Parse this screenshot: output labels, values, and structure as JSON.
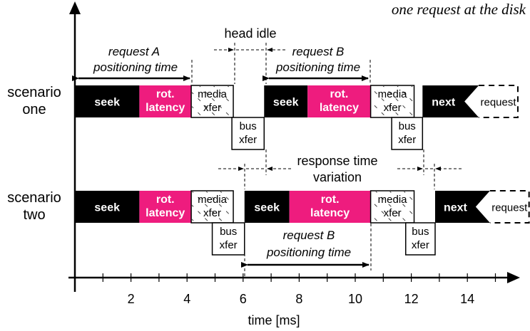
{
  "title": "one request at the disk",
  "chart_data": {
    "type": "timeline",
    "xlabel": "time [ms]",
    "x_ticks": [
      "2",
      "4",
      "6",
      "8",
      "10",
      "12",
      "14"
    ],
    "x_range_ms": [
      0,
      15.5
    ],
    "rows": [
      {
        "label": [
          "scenario",
          "one"
        ],
        "segments": [
          {
            "kind": "seek",
            "label": [
              "seek"
            ],
            "start": 0,
            "end": 2.3
          },
          {
            "kind": "rot",
            "label": [
              "rot.",
              "latency"
            ],
            "start": 2.3,
            "end": 4.15
          },
          {
            "kind": "media",
            "label": [
              "media",
              "xfer"
            ],
            "start": 4.15,
            "end": 5.65
          },
          {
            "kind": "bus",
            "label": [
              "bus",
              "xfer"
            ],
            "start": 5.6,
            "end": 6.75
          },
          {
            "kind": "seek",
            "label": [
              "seek"
            ],
            "start": 6.75,
            "end": 8.3
          },
          {
            "kind": "rot",
            "label": [
              "rot.",
              "latency"
            ],
            "start": 8.3,
            "end": 10.55
          },
          {
            "kind": "media",
            "label": [
              "media",
              "xfer"
            ],
            "start": 10.55,
            "end": 12.1
          },
          {
            "kind": "bus",
            "label": [
              "bus",
              "xfer"
            ],
            "start": 11.3,
            "end": 12.4
          },
          {
            "kind": "next",
            "label": [
              "next"
            ],
            "start": 12.4,
            "end": 14.1
          },
          {
            "kind": "request",
            "label": [
              "request"
            ],
            "start": 14.1,
            "end": 15.8
          }
        ]
      },
      {
        "label": [
          "scenario",
          "two"
        ],
        "segments": [
          {
            "kind": "seek",
            "label": [
              "seek"
            ],
            "start": 0,
            "end": 2.3
          },
          {
            "kind": "rot",
            "label": [
              "rot.",
              "latency"
            ],
            "start": 2.3,
            "end": 4.15
          },
          {
            "kind": "media",
            "label": [
              "media",
              "xfer"
            ],
            "start": 4.15,
            "end": 5.65
          },
          {
            "kind": "bus",
            "label": [
              "bus",
              "xfer"
            ],
            "start": 4.9,
            "end": 6.05
          },
          {
            "kind": "seek",
            "label": [
              "seek"
            ],
            "start": 6.05,
            "end": 7.65
          },
          {
            "kind": "rot",
            "label": [
              "rot.",
              "latency"
            ],
            "start": 7.65,
            "end": 10.55
          },
          {
            "kind": "media",
            "label": [
              "media",
              "xfer"
            ],
            "start": 10.55,
            "end": 12.1
          },
          {
            "kind": "bus",
            "label": [
              "bus",
              "xfer"
            ],
            "start": 11.8,
            "end": 12.85
          },
          {
            "kind": "next",
            "label": [
              "next"
            ],
            "start": 12.85,
            "end": 14.5
          },
          {
            "kind": "request",
            "label": [
              "request"
            ],
            "start": 14.5,
            "end": 16.2
          }
        ]
      }
    ],
    "annotations": {
      "reqA": [
        "request A",
        "positioning time"
      ],
      "reqB_top": [
        "request B",
        "positioning time"
      ],
      "reqB_bottom": [
        "request B",
        "positioning time"
      ],
      "head_idle": "head idle",
      "response_variation": [
        "response time",
        "variation"
      ]
    }
  },
  "colors": {
    "seek": "#000000",
    "rot": "#ee1c7e",
    "next": "#000000"
  }
}
